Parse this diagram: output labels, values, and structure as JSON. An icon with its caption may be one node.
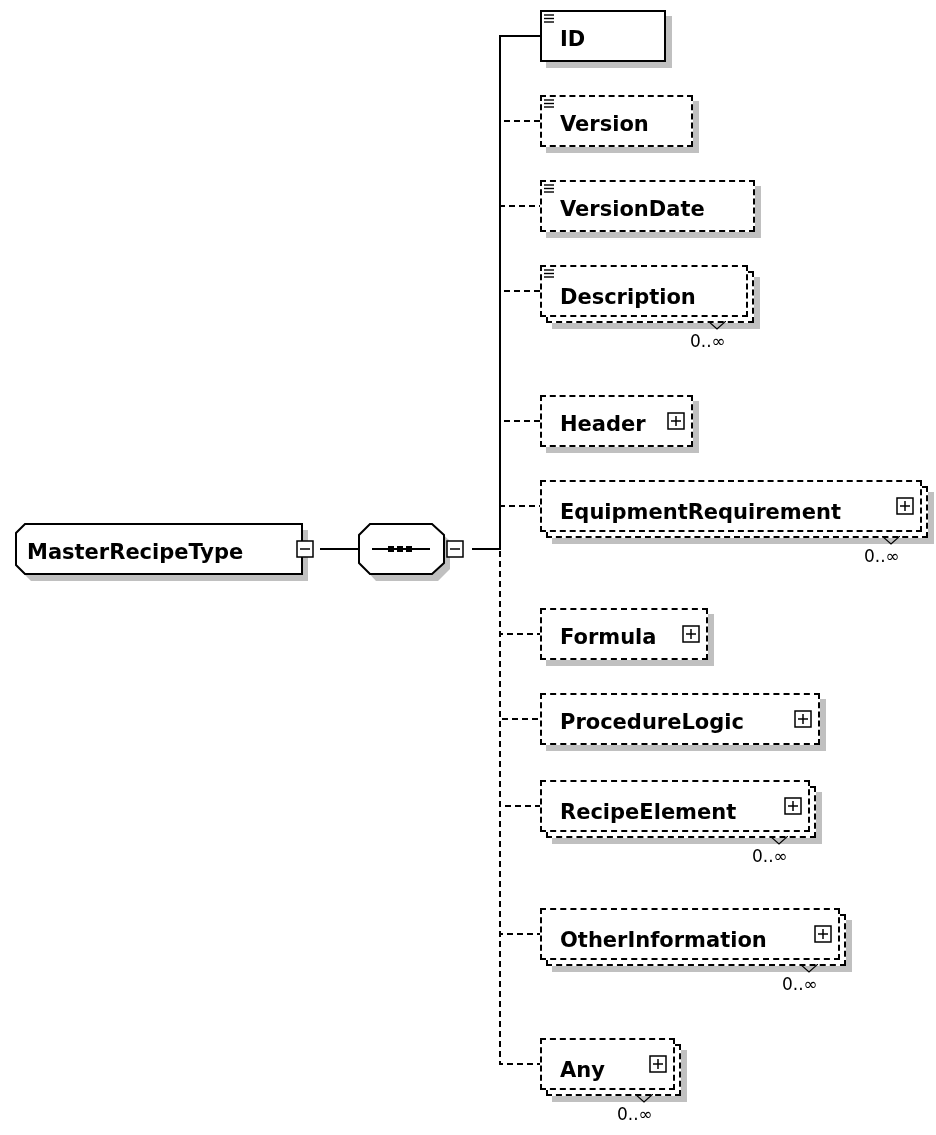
{
  "diagram": {
    "nodes": [
      {
        "text": [
          "MasterRecipeType"
        ]
      },
      {
        "text": [],
        "shape": "octagon"
      },
      {
        "text": [
          "ID"
        ]
      },
      {
        "text": [
          "Version"
        ]
      },
      {
        "text": [
          "VersionDate"
        ]
      },
      {
        "text": [
          "Description"
        ],
        "beside": [
          "0..∞"
        ]
      },
      {
        "text": [
          "Header"
        ]
      },
      {
        "text": [
          "EquipmentRequirement"
        ],
        "beside": [
          "0..∞"
        ]
      },
      {
        "text": [
          "Formula"
        ]
      },
      {
        "text": [
          "ProcedureLogic"
        ]
      },
      {
        "text": [
          "RecipeElement"
        ],
        "beside": [
          "0..∞"
        ]
      },
      {
        "text": [
          "OtherInformation"
        ],
        "beside": [
          "0..∞"
        ]
      },
      {
        "text": [
          "Any"
        ],
        "beside": [
          "0..∞"
        ]
      }
    ],
    "edges": [
      {
        "from": 0,
        "to": 1,
        "arrow": "none"
      },
      {
        "from": 1,
        "to": 2,
        "arrow": "none"
      },
      {
        "from": 1,
        "to": 3,
        "arrow": "none",
        "style": "dashed"
      },
      {
        "from": 1,
        "to": 4,
        "arrow": "none",
        "style": "dashed"
      },
      {
        "from": 1,
        "to": 5,
        "arrow": "none",
        "style": "dashed"
      },
      {
        "from": 1,
        "to": 6,
        "arrow": "none",
        "style": "dashed"
      },
      {
        "from": 1,
        "to": 7,
        "arrow": "none",
        "style": "dashed"
      },
      {
        "from": 1,
        "to": 8,
        "arrow": "none",
        "style": "dashed"
      },
      {
        "from": 1,
        "to": 9,
        "arrow": "none",
        "style": "dashed"
      },
      {
        "from": 1,
        "to": 10,
        "arrow": "none",
        "style": "dashed"
      },
      {
        "from": 1,
        "to": 11,
        "arrow": "none",
        "style": "dashed"
      },
      {
        "from": 1,
        "to": 12,
        "arrow": "none",
        "style": "dashed"
      }
    ]
  }
}
